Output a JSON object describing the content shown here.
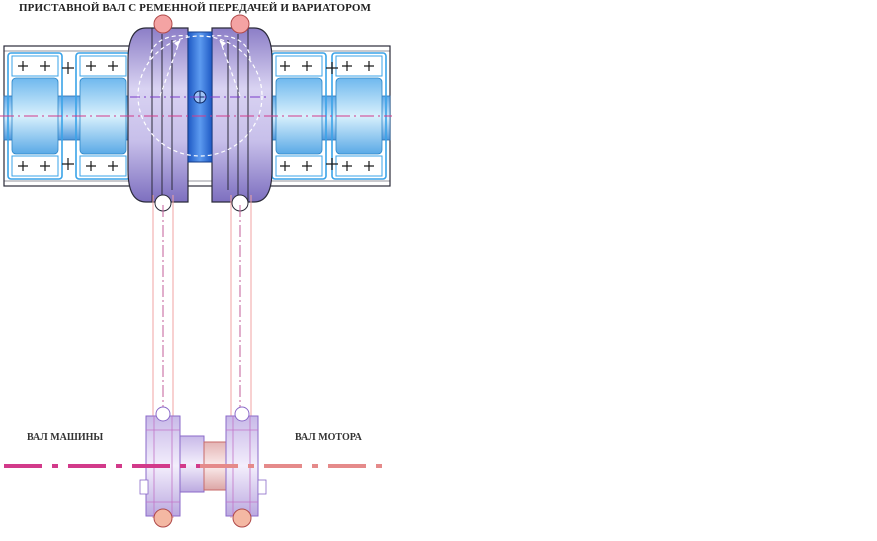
{
  "diagram": {
    "title": "ПРИСТАВНОЙ ВАЛ С РЕМЕННОЙ ПЕРЕДАЧЕЙ И ВАРИАТОРОМ",
    "labels": {
      "machine_shaft": "ВАЛ МАШИНЫ",
      "motor_shaft": "ВАЛ МОТОРА"
    },
    "colors": {
      "pulley": "#b6abdb",
      "bearing": "#3aa3e8",
      "bearing_fill": "#bfe3f7",
      "belt_circle": "#f4a3a3",
      "center_disc": "#2f6fd6",
      "machine_axis": "#d23a8a",
      "motor_axis": "#e58a8a",
      "outline": "#2b2b3a"
    }
  }
}
